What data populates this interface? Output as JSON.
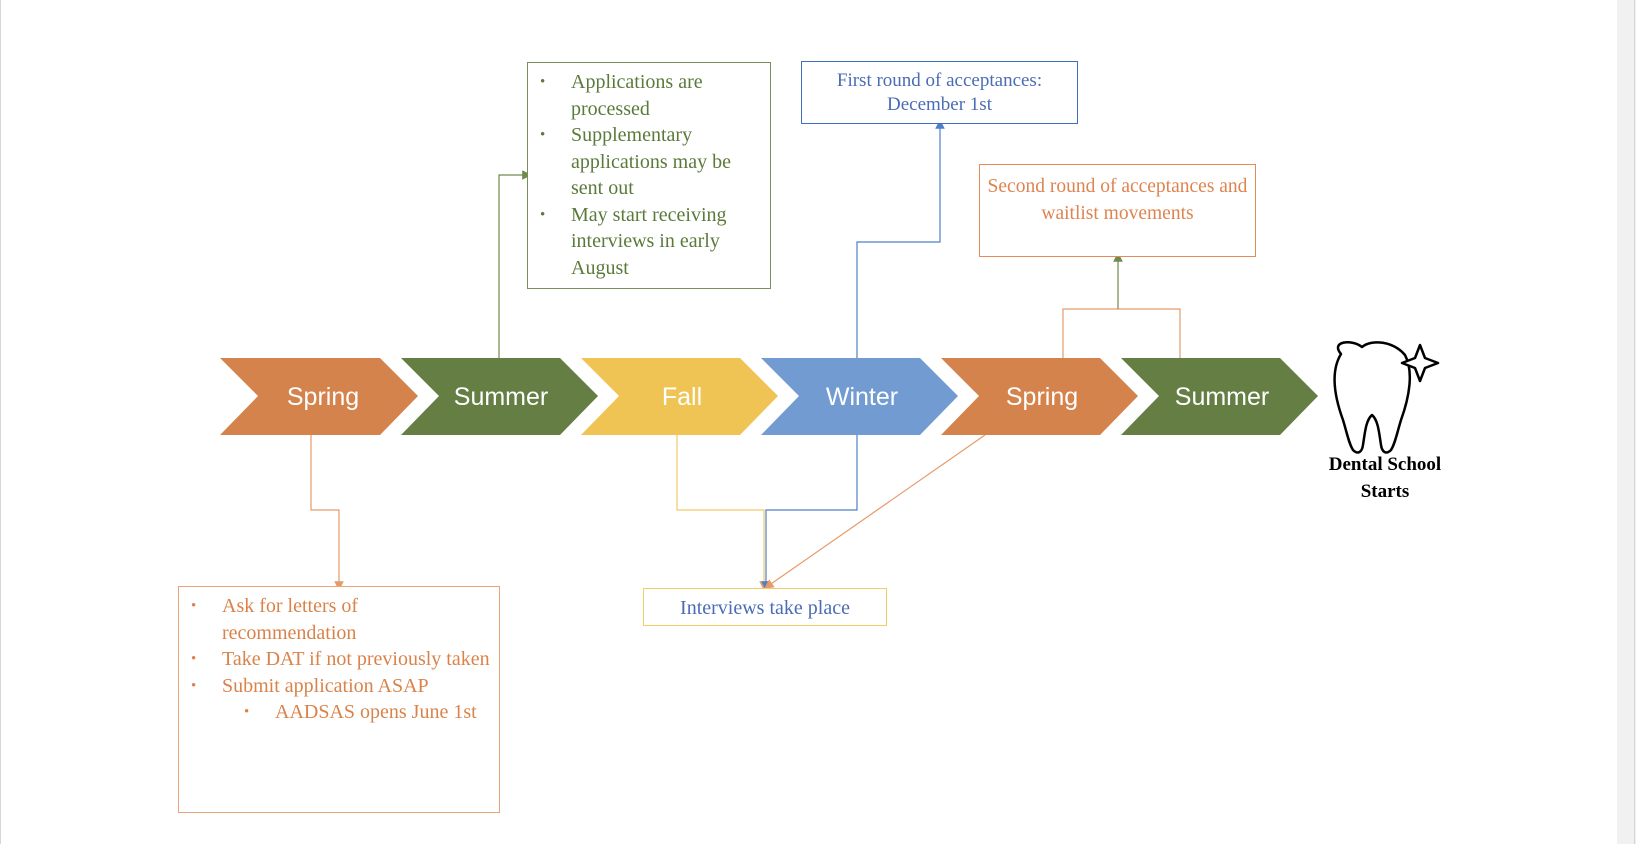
{
  "chevrons": [
    {
      "label": "Spring",
      "color": "#d4834c"
    },
    {
      "label": "Summer",
      "color": "#647e44"
    },
    {
      "label": "Fall",
      "color": "#efc455"
    },
    {
      "label": "Winter",
      "color": "#729cd1"
    },
    {
      "label": "Spring",
      "color": "#d4834c"
    },
    {
      "label": "Summer",
      "color": "#647e44"
    }
  ],
  "summer_box": {
    "items": [
      "Applications are processed",
      "Supplementary applications may be sent out",
      "May start receiving interviews in early August"
    ]
  },
  "spring_box": {
    "items": [
      "Ask for letters of recommendation",
      "Take DAT if not previously taken",
      "Submit application ASAP"
    ],
    "sub_item": "AADSAS opens June 1st"
  },
  "first_round_box": {
    "line1": "First round of acceptances:",
    "line2": "December 1st"
  },
  "second_round_box": {
    "text": "Second round of acceptances and waitlist movements"
  },
  "interviews_box": {
    "text": "Interviews take place"
  },
  "end_label": {
    "line1": "Dental School",
    "line2": "Starts"
  },
  "colors": {
    "orange": "#d4834c",
    "green": "#647e44",
    "yellow": "#efc455",
    "blue": "#729cd1",
    "connector_blue": "#4f7fc6",
    "connector_orange": "#e69a6a",
    "connector_green": "#6f8a4f",
    "connector_yellow": "#f0c96a"
  }
}
